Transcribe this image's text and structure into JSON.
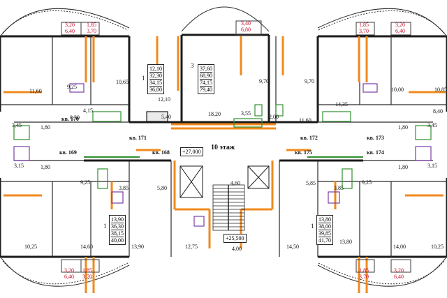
{
  "floor_label": "10  этаж",
  "colors": {
    "wall": "#1b1b1b",
    "partition": "#f08a1c",
    "balcony": "#3a3a3a",
    "fixture_green": "#2f8f2f",
    "fixture_purple": "#7a3ea6",
    "red_text": "#c8102e"
  },
  "levels": {
    "upper": "+27,000",
    "lower": "+25,500"
  },
  "apartments": [
    {
      "label": "кв. 170"
    },
    {
      "label": "кв. 171"
    },
    {
      "label": "кв. 168"
    },
    {
      "label": "кв. 169"
    },
    {
      "label": "кв. 175"
    },
    {
      "label": "кв. 172"
    },
    {
      "label": "кв. 173"
    },
    {
      "label": "кв. 174"
    }
  ],
  "top_mid_apt": {
    "rooms": "3",
    "values": [
      "37,60",
      "68,90",
      "74,15",
      "79,40"
    ]
  },
  "top_left_apt": {
    "rooms": "1",
    "values": [
      "12,10",
      "32,30",
      "34,15",
      "36,00"
    ]
  },
  "bot_left_apt": {
    "rooms": "1",
    "values": [
      "13,90",
      "36,30",
      "38,15",
      "40,00"
    ]
  },
  "bot_right_apt": {
    "rooms": "1",
    "values": [
      "13,80",
      "38,00",
      "39,85",
      "41,70"
    ]
  },
  "balconies": {
    "tl1": [
      "3,20",
      "6,40"
    ],
    "tl2": [
      "1,85",
      "3,70"
    ],
    "tm": [
      "3,40",
      "6,80"
    ],
    "tr1": [
      "1,85",
      "3,70"
    ],
    "tr2": [
      "3,20",
      "6,40"
    ],
    "bl1": [
      "3,20",
      "6,40"
    ],
    "bl2": [
      "1,85",
      "3,70"
    ],
    "br1": [
      "1,85",
      "3,70"
    ],
    "br2": [
      "3,20",
      "6,40"
    ]
  },
  "areas": {
    "a1": "11,60",
    "a2": "9,25",
    "a3": "10,65",
    "a4": "9,70",
    "a5": "9,70",
    "a6": "10,00",
    "a7": "10,85",
    "a8": "4,15",
    "a9": "12,10",
    "a10": "5,40",
    "a11": "18,20",
    "a12": "3,55",
    "a13": "2,00",
    "a14": "11,60",
    "a15": "14,35",
    "a16": "8,40",
    "a17": "8,30",
    "a18": "3,45",
    "a19": "1,80",
    "a20": "3,15",
    "a21": "1,80",
    "a22": "1,80",
    "a23": "3,45",
    "a24": "1,80",
    "a25": "3,15",
    "a26": "9,25",
    "a27": "3,85",
    "a28": "5,80",
    "a29": "4,60",
    "a30": "5,85",
    "a31": "3,85",
    "a32": "9,25",
    "a33": "10,25",
    "a34": "14,60",
    "a35": "13,90",
    "a36": "12,75",
    "a37": "4,00",
    "a38": "14,50",
    "a39": "13,80",
    "a40": "14,00",
    "a41": "10,25"
  }
}
